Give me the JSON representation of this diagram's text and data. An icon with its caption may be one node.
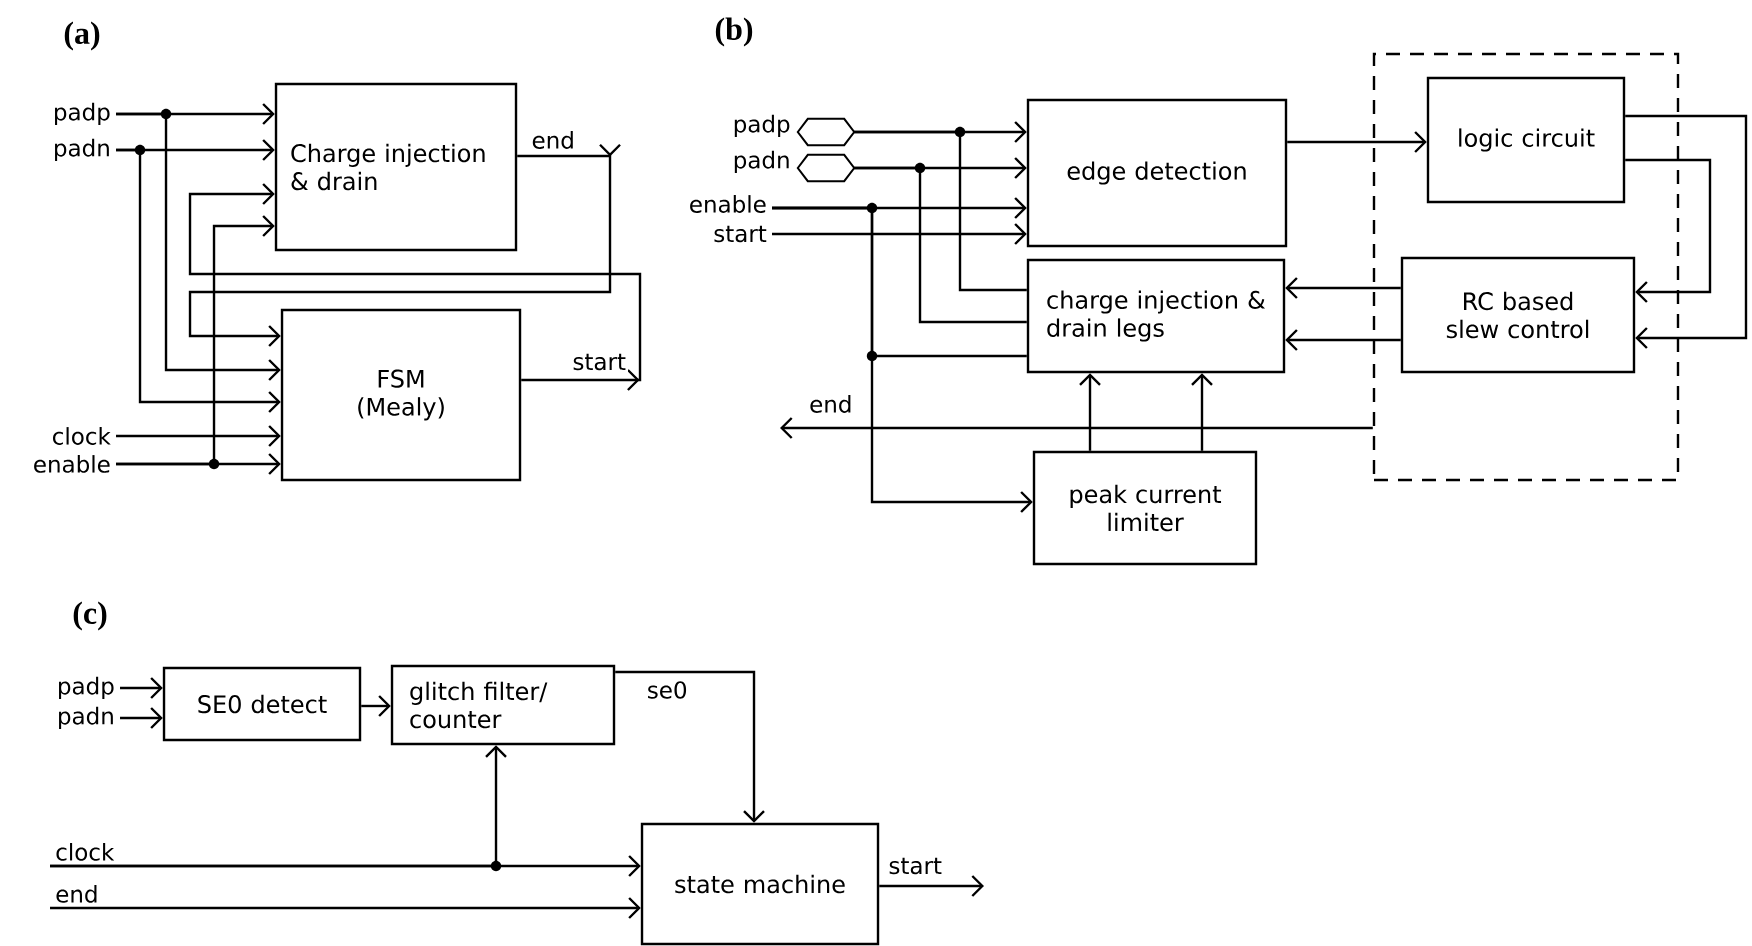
{
  "diagram": {
    "nodes": [
      {
        "text": [
          "Charge injection & drain"
        ]
      },
      {
        "text": [
          "FSM (Mealy)"
        ]
      },
      {
        "text": [
          "padp"
        ]
      },
      {
        "text": [
          "padn"
        ]
      },
      {
        "text": [
          "clock"
        ]
      },
      {
        "text": [
          "enable"
        ]
      },
      {
        "text": [],
        "shape": "hexagon",
        "beside": [
          "padp"
        ]
      },
      {
        "text": [],
        "shape": "hexagon",
        "beside": [
          "padn"
        ]
      },
      {
        "text": [
          "enable"
        ]
      },
      {
        "text": [
          "start"
        ]
      },
      {
        "text": [
          "edge detection"
        ]
      },
      {
        "text": [],
        "shape": "box"
      },
      {
        "text": [
          "logic circuit"
        ],
        "in": 11
      },
      {
        "text": [
          "RC based slew control"
        ],
        "in": 11
      },
      {
        "text": [
          "charge injection & drain legs"
        ]
      },
      {
        "text": [
          "peak current limiter"
        ]
      },
      {
        "text": [
          "padp"
        ]
      },
      {
        "text": [
          "padn"
        ]
      },
      {
        "text": [
          "SE0 detect"
        ]
      },
      {
        "text": [
          "glitch filter/ counter"
        ]
      },
      {
        "text": [
          "clock"
        ]
      },
      {
        "text": [
          "end"
        ]
      },
      {
        "text": [
          "state machine"
        ]
      }
    ],
    "edges": [
      {
        "from": 2,
        "to": 0,
        "arrow": "to"
      },
      {
        "from": 2,
        "to": 1,
        "arrow": "to"
      },
      {
        "from": 3,
        "to": 0,
        "arrow": "to"
      },
      {
        "from": 3,
        "to": 1,
        "arrow": "to"
      },
      {
        "from": 4,
        "to": 1,
        "arrow": "to"
      },
      {
        "from": 5,
        "to": 1,
        "arrow": "to"
      },
      {
        "from": 5,
        "to": 0,
        "arrow": "to"
      },
      {
        "from": 0,
        "to": 1,
        "arrow": "to",
        "label": "end"
      },
      {
        "from": 1,
        "to": 0,
        "arrow": "to",
        "label": "start"
      },
      {
        "from": 6,
        "to": 10,
        "arrow": "to"
      },
      {
        "from": 6,
        "to": 14,
        "arrow": "none"
      },
      {
        "from": 7,
        "to": 10,
        "arrow": "to"
      },
      {
        "from": 7,
        "to": 14,
        "arrow": "none"
      },
      {
        "from": 8,
        "to": 10,
        "arrow": "to"
      },
      {
        "from": 8,
        "to": 14,
        "arrow": "none"
      },
      {
        "from": 8,
        "to": 15,
        "arrow": "to"
      },
      {
        "from": 9,
        "to": 10,
        "arrow": "to"
      },
      {
        "from": 10,
        "to": 12,
        "arrow": "to"
      },
      {
        "from": 12,
        "to": 13,
        "arrow": "to"
      },
      {
        "from": 12,
        "to": 13,
        "arrow": "to"
      },
      {
        "from": 13,
        "to": 14,
        "arrow": "to"
      },
      {
        "from": 13,
        "to": 14,
        "arrow": "to"
      },
      {
        "from": 15,
        "to": 14,
        "arrow": "to"
      },
      {
        "from": 15,
        "to": 14,
        "arrow": "to"
      },
      {
        "from": 11,
        "to": null,
        "arrow": "to",
        "label": "end"
      },
      {
        "from": 16,
        "to": 18,
        "arrow": "to"
      },
      {
        "from": 17,
        "to": 18,
        "arrow": "to"
      },
      {
        "from": 18,
        "to": 19,
        "arrow": "to"
      },
      {
        "from": 19,
        "to": 22,
        "arrow": "to",
        "label": "se0"
      },
      {
        "from": 20,
        "to": 22,
        "arrow": "to"
      },
      {
        "from": 20,
        "to": 19,
        "arrow": "to"
      },
      {
        "from": 21,
        "to": 22,
        "arrow": "to"
      },
      {
        "from": 22,
        "to": null,
        "arrow": "to",
        "label": "start"
      }
    ],
    "labels": [
      "(a)",
      "(b)",
      "(c)"
    ]
  }
}
